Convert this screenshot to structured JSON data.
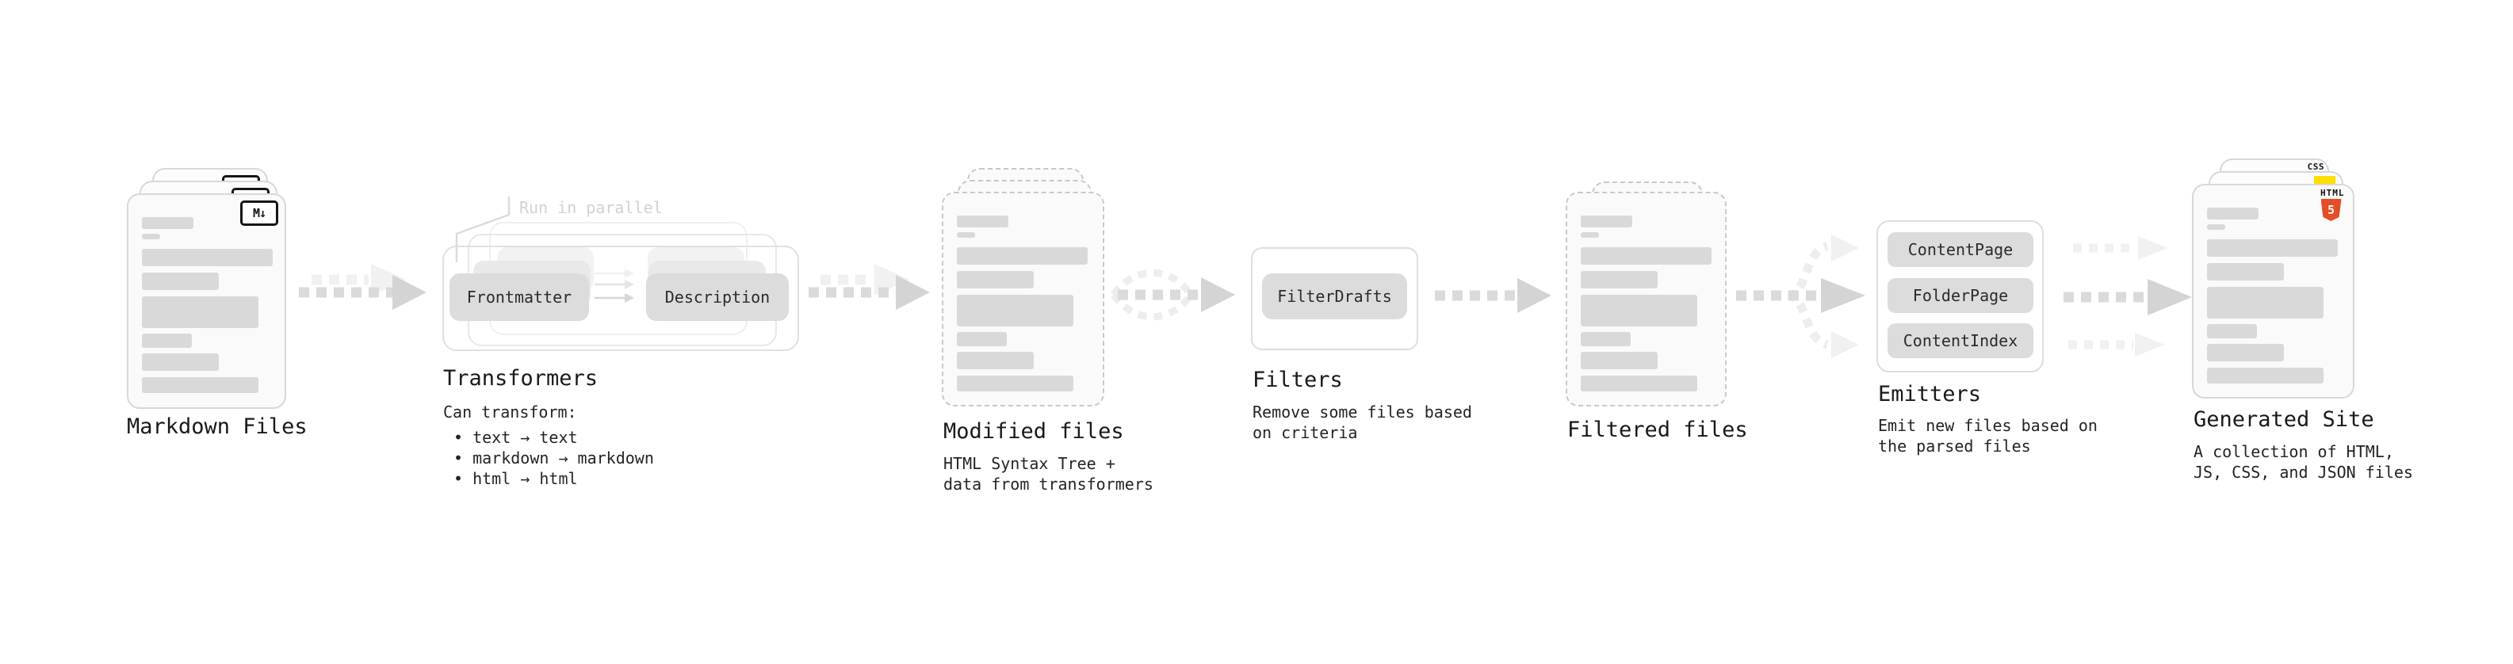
{
  "diagram": {
    "stages": [
      {
        "id": "markdown-files",
        "title": "Markdown Files",
        "icon_glyph": "M↓"
      },
      {
        "id": "transformers",
        "title": "Transformers",
        "annotation": "Run in parallel",
        "chips": [
          "Frontmatter",
          "Description"
        ],
        "note_heading": "Can transform:",
        "bullets": [
          "• text → text",
          "• markdown → markdown",
          "• html → html"
        ]
      },
      {
        "id": "modified-files",
        "title": "Modified files",
        "subtitle_lines": [
          "HTML Syntax Tree +",
          "data from transformers"
        ]
      },
      {
        "id": "filters",
        "title": "Filters",
        "chips": [
          "FilterDrafts"
        ],
        "subtitle_lines": [
          "Remove some files based",
          "on criteria"
        ]
      },
      {
        "id": "filtered-files",
        "title": "Filtered files"
      },
      {
        "id": "emitters",
        "title": "Emitters",
        "chips": [
          "ContentPage",
          "FolderPage",
          "ContentIndex"
        ],
        "subtitle_lines": [
          "Emit new files based on",
          "the parsed files"
        ]
      },
      {
        "id": "generated-site",
        "title": "Generated Site",
        "subtitle_lines": [
          "A collection of HTML,",
          "JS, CSS, and JSON files"
        ],
        "badges": {
          "css_label": "CSS",
          "html_label": "HTML",
          "html_number": "5"
        }
      }
    ],
    "colors": {
      "accent_orange": "#e44d26",
      "accent_yellow": "#ffde00",
      "accent_blue": "#2565ff",
      "chip_bg": "#dcdcdc",
      "arrow": "#d7d7d7",
      "arrow_faint": "#efefef",
      "text": "#191919"
    }
  }
}
